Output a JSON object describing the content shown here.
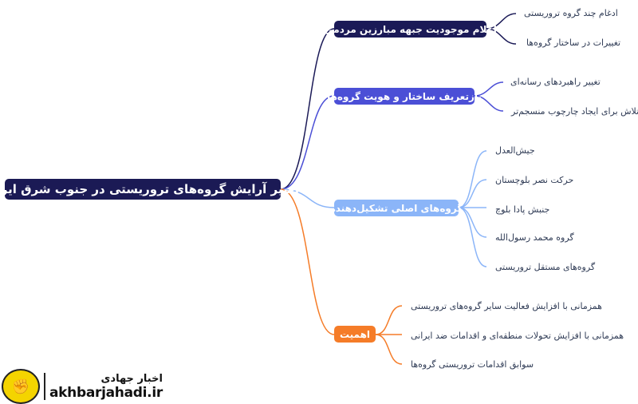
{
  "root": {
    "label": "تغییر آرایش گروه‌های تروریستی در جنوب شرق ایران",
    "color": "#1b1a55"
  },
  "branches": [
    {
      "label": "اعلام موجودیت جبهه مبارزین مردمی",
      "color": "#1b1a57",
      "children": [
        "ادغام چند گروه تروریستی",
        "تغییرات در ساختار گروه‌ها"
      ]
    },
    {
      "label": "بازتعریف ساختار و هویت گروه‌ها",
      "color": "#4b4fd6",
      "children": [
        "تغییر راهبردهای رسانه‌ای",
        "تلاش برای ایجاد چارچوب منسجم‌تر"
      ]
    },
    {
      "label": "گروه‌های اصلی تشکیل‌دهنده",
      "color": "#8bb5f8",
      "children": [
        "جیش‌العدل",
        "حرکت نصر بلوچستان",
        "جنبش پادا بلوچ",
        "گروه محمد رسول‌الله",
        "گروه‌های مستقل تروریستی"
      ]
    },
    {
      "label": "اهمیت",
      "color": "#f57c28",
      "children": [
        "همزمانی با افزایش فعالیت سایر گروه‌های تروریستی",
        "همزمانی با افزایش تحولات منطقه‌ای و اقدامات ضد ایرانی",
        "سوابق اقدامات تروریستی گروه‌ها"
      ]
    }
  ],
  "logo": {
    "fa": "اخبار جهادی",
    "en": "akhbarjahadi.ir"
  }
}
